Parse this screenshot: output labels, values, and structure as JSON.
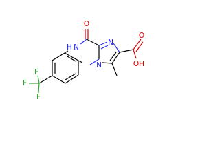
{
  "colors": {
    "carbon": "#000000",
    "nitrogen": "#2020ff",
    "oxygen": "#e00000",
    "fluorine": "#22aa22"
  },
  "atoms": {
    "carbonyl_o": "O",
    "nh": "H",
    "nh_n": "N",
    "ring_n_top": "N",
    "ring_n_bottom": "N",
    "acid_oh": "OH",
    "acid_o": "O",
    "f_top": "F",
    "f_left": "F",
    "f_bottom": "F"
  }
}
